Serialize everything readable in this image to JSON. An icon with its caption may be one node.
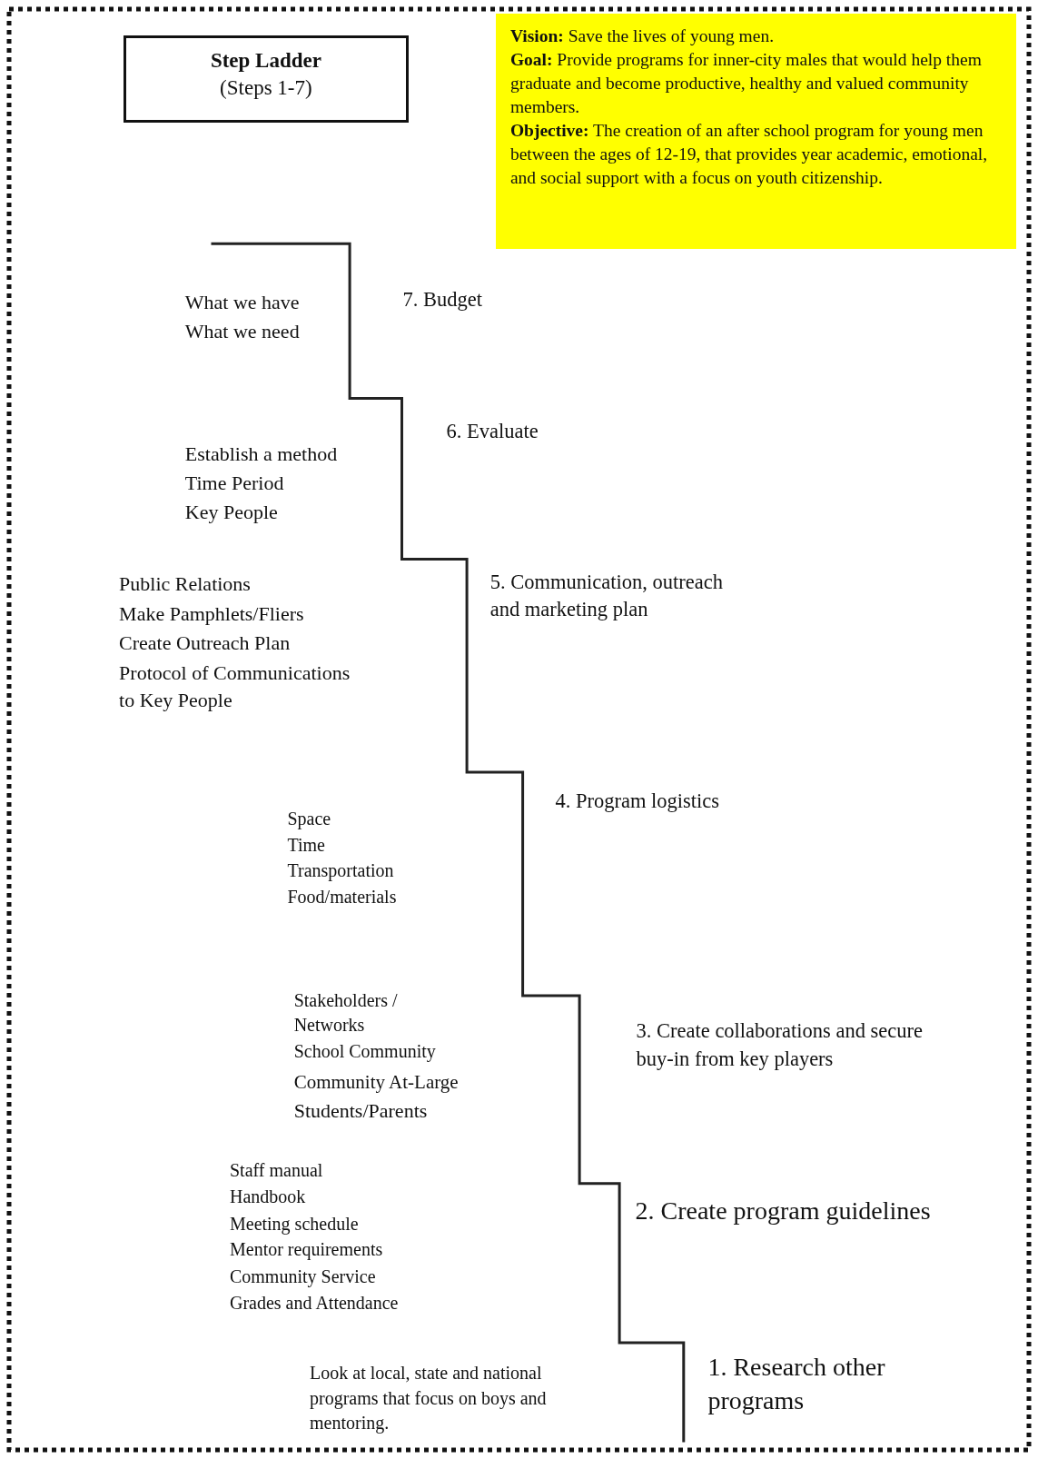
{
  "diagram": {
    "nodes": [
      {
        "text": [
          "**Step Ladder**",
          "(Steps 1-7)"
        ]
      },
      {
        "text": [
          "**Vision:** Save the lives of young men.",
          "**Goal:** Provide programs for inner-city males that would help them graduate and become productive, healthy and valued community members.",
          "**Objective:** The creation of an after school program for young men between the ages of 12-19, that provides year academic, emotional, and social support with a focus on youth citizenship."
        ]
      }
    ],
    "labels": [
      "What we have",
      "What we need",
      "7. Budget",
      "6. Evaluate",
      "Establish a method",
      "Time Period",
      "Key People",
      "5. Communication, outreach and marketing plan",
      "Public Relations",
      "Make Pamphlets/Fliers",
      "Create Outreach Plan",
      "Protocol of Communications to Key People",
      "4. Program logistics",
      "Space",
      "Time",
      "Transportation",
      "Food/materials",
      "Stakeholders / Networks",
      "School Community",
      "Community At-Large",
      "Students/Parents",
      "3. Create collaborations and secure buy-in from key players",
      "Staff manual",
      "Handbook",
      "Meeting schedule",
      "Mentor requirements",
      "Community Service",
      "Grades and Attendance",
      "2. Create program guidelines",
      "1. Research other programs",
      "Look at local, state and national programs that focus on boys and mentoring."
    ]
  }
}
